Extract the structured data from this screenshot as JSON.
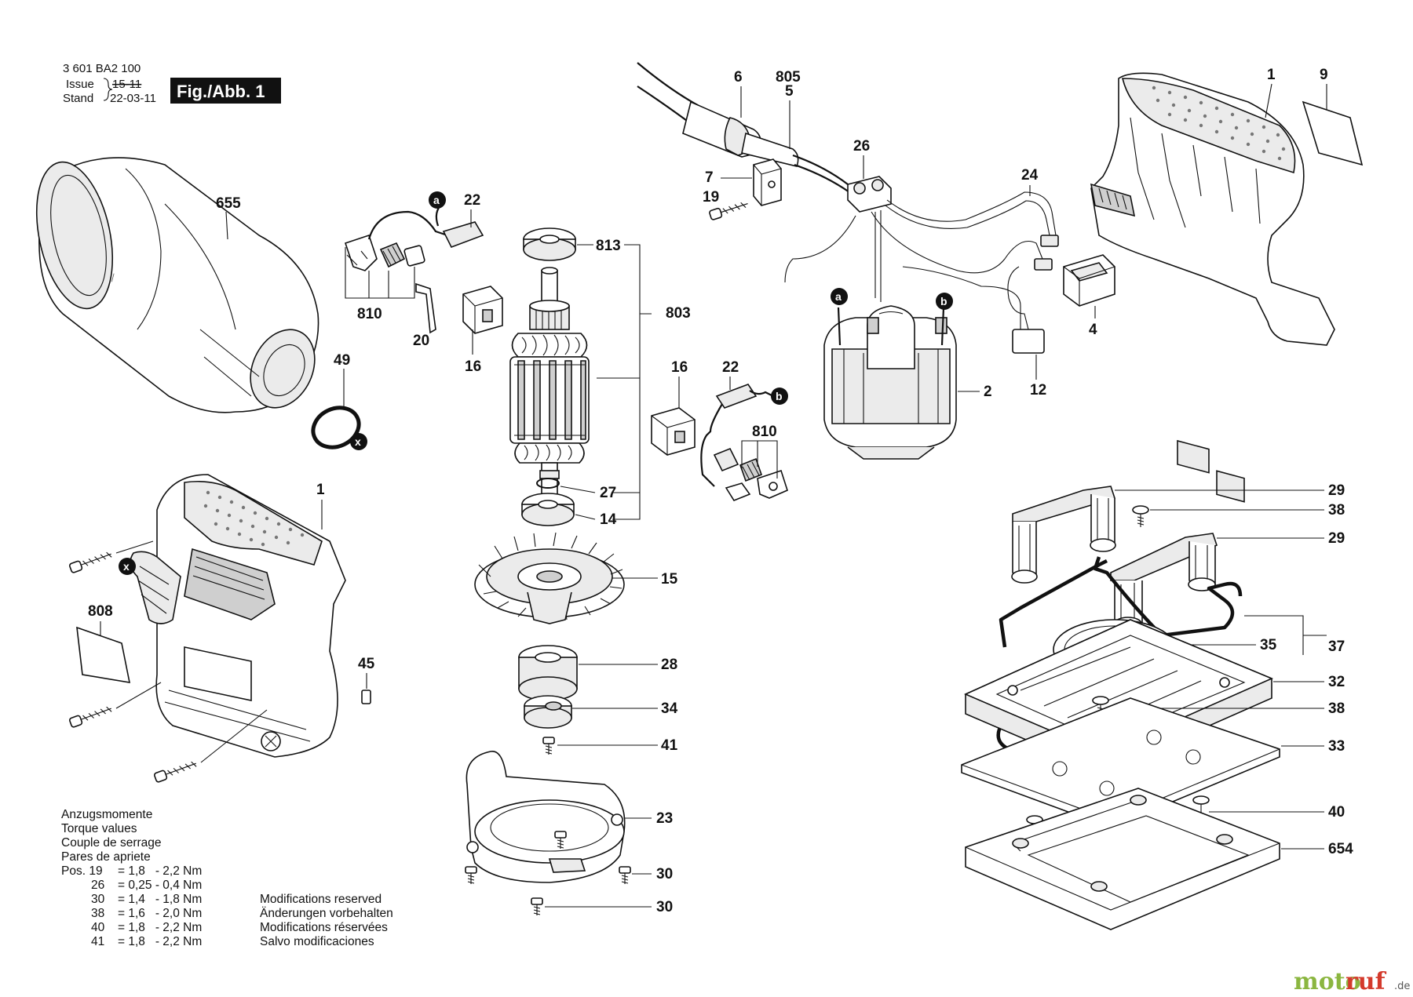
{
  "header": {
    "part_number": "3 601 BA2 100",
    "issue_label": "Issue",
    "issue_value": "15-11",
    "stand_label": "Stand",
    "stand_value": "22-03-11",
    "figure_label": "Fig./Abb. 1"
  },
  "torque": {
    "lines": [
      "Anzugsmomente",
      "Torque values",
      "Couple de serrage",
      "Pares de apriete"
    ],
    "rows": [
      {
        "pos": "Pos. 19",
        "value": "= 1,8   - 2,2 Nm"
      },
      {
        "pos": "26",
        "value": "= 0,25 - 0,4 Nm"
      },
      {
        "pos": "30",
        "value": "= 1,4   - 1,8 Nm"
      },
      {
        "pos": "38",
        "value": "= 1,6   - 2,0 Nm"
      },
      {
        "pos": "40",
        "value": "= 1,8   - 2,2 Nm"
      },
      {
        "pos": "41",
        "value": "= 1,8   - 2,2 Nm"
      }
    ]
  },
  "modifications": [
    "Modifications reserved",
    "Änderungen vorbehalten",
    "Modifications réservées",
    "Salvo modificaciones"
  ],
  "callouts": [
    "a",
    "b",
    "x"
  ],
  "part_labels": {
    "p655": "655",
    "p49": "49",
    "p1_left": "1",
    "p808": "808",
    "p45": "45",
    "p22_top": "22",
    "p810_top": "810",
    "p20": "20",
    "p16_top": "16",
    "p813": "813",
    "p803": "803",
    "p27": "27",
    "p14": "14",
    "p15": "15",
    "p28": "28",
    "p34": "34",
    "p41": "41",
    "p23": "23",
    "p30_a": "30",
    "p30_b": "30",
    "p16_mid": "16",
    "p22_mid": "22",
    "p810_mid": "810",
    "p6": "6",
    "p805": "805",
    "p5": "5",
    "p7": "7",
    "p19": "19",
    "p26": "26",
    "p24": "24",
    "p2": "2",
    "p12": "12",
    "p4": "4",
    "p1_right": "1",
    "p9": "9",
    "p29_a": "29",
    "p38_a": "38",
    "p29_b": "29",
    "p35": "35",
    "p37": "37",
    "p32": "32",
    "p38_b": "38",
    "p33": "33",
    "p40": "40",
    "p654": "654"
  },
  "watermark": {
    "part_a": "moto",
    "part_b": "ruf",
    "suffix": ".de"
  }
}
